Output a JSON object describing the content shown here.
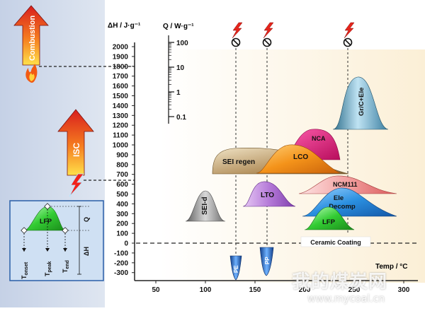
{
  "axes": {
    "y_label": "ΔH / J·g⁻¹",
    "q_label": "Q / W·g⁻¹",
    "x_label": "Temp / °C",
    "y_ticks": [
      "2000",
      "1900",
      "1800",
      "1700",
      "1600",
      "1500",
      "1400",
      "1300",
      "1200",
      "1100",
      "1000",
      "900",
      "800",
      "700",
      "600",
      "500",
      "400",
      "300",
      "200",
      "100",
      "0",
      "-100",
      "-200",
      "-300"
    ],
    "x_ticks": [
      "50",
      "100",
      "150",
      "200",
      "250",
      "300"
    ],
    "q_ticks": [
      "100",
      "10",
      "1",
      "0.1"
    ]
  },
  "hazards": {
    "combustion": "Combustion",
    "isc": "ISC"
  },
  "peaks": {
    "sei_d": "SEI-d",
    "sei_regen": "SEI regen",
    "lco": "LCO",
    "nca": "NCA",
    "lto": "LTO",
    "ncm111": "NCM111",
    "ele_decomp_1": "Ele",
    "ele_decomp_2": "Decomp",
    "lfp": "LFP",
    "gr_c_ele": "Gr/C+Ele",
    "pe": "PE",
    "pp": "PP"
  },
  "ceramic": "Ceramic Coating",
  "inset": {
    "peak_label": "LFP",
    "q": "Q",
    "dh": "ΔH",
    "t_onset": "T",
    "t_onset_sub": "onset",
    "t_peak": "T",
    "t_peak_sub": "peak",
    "t_end": "T",
    "t_end_sub": "end"
  },
  "watermark": {
    "cn": "我的煤炭网",
    "url": "www.mycoal.cn"
  },
  "colors": {
    "background_left": "#c9d4e6",
    "background_chart": "#fdf6e6",
    "sei": "#8a8a8a",
    "sei_regen": "#b89a6a",
    "lco": "#f39a1e",
    "nca": "#e8137a",
    "lto": "#b37ad6",
    "ncm111": "#f2a5a5",
    "ele_decomp": "#2a8fe0",
    "lfp": "#33cc33",
    "gr_c": "#4ea3c9",
    "separator": "#2a6fd6"
  }
}
